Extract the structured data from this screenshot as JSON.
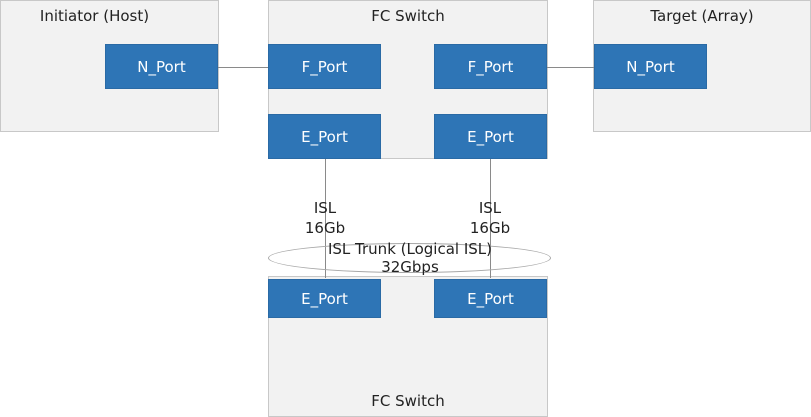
{
  "initiator": {
    "title": "Initiator (Host)",
    "port": "N_Port"
  },
  "target": {
    "title": "Target (Array)",
    "port": "N_Port"
  },
  "top_switch": {
    "title": "FC Switch",
    "f_port_left": "F_Port",
    "f_port_right": "F_Port",
    "e_port_left": "E_Port",
    "e_port_right": "E_Port"
  },
  "bottom_switch": {
    "title": "FC Switch",
    "e_port_left": "E_Port",
    "e_port_right": "E_Port"
  },
  "links": {
    "isl_left": {
      "line1": "ISL",
      "line2": "16Gb"
    },
    "isl_right": {
      "line1": "ISL",
      "line2": "16Gb"
    },
    "trunk": {
      "line1": "ISL Trunk (Logical ISL)",
      "line2": "32Gbps"
    }
  },
  "colors": {
    "port_fill": "#2e75b6",
    "box_fill": "#f2f2f2",
    "box_border": "#c8c8c8",
    "line": "#8a8a8a"
  }
}
